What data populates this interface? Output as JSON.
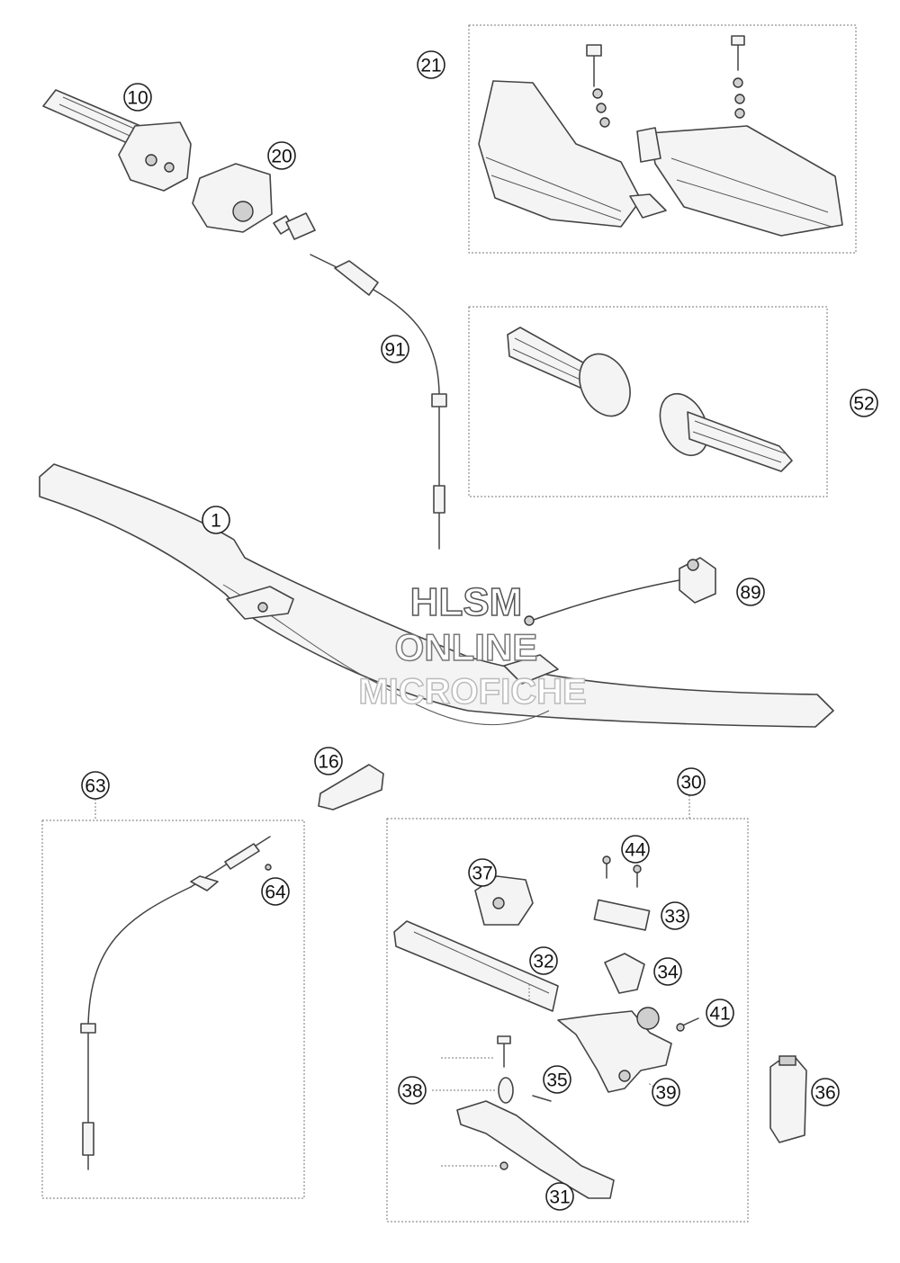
{
  "watermark": {
    "line1": "HLSM",
    "line2": "ONLINE",
    "line3": "MICROFICHE"
  },
  "callouts": {
    "c1": "1",
    "c10": "10",
    "c16": "16",
    "c20": "20",
    "c21": "21",
    "c30": "30",
    "c31": "31",
    "c32": "32",
    "c33": "33",
    "c34": "34",
    "c35": "35",
    "c36": "36",
    "c37": "37",
    "c38": "38",
    "c39": "39",
    "c41": "41",
    "c44": "44",
    "c52": "52",
    "c63": "63",
    "c64": "64",
    "c89": "89",
    "c91": "91"
  }
}
